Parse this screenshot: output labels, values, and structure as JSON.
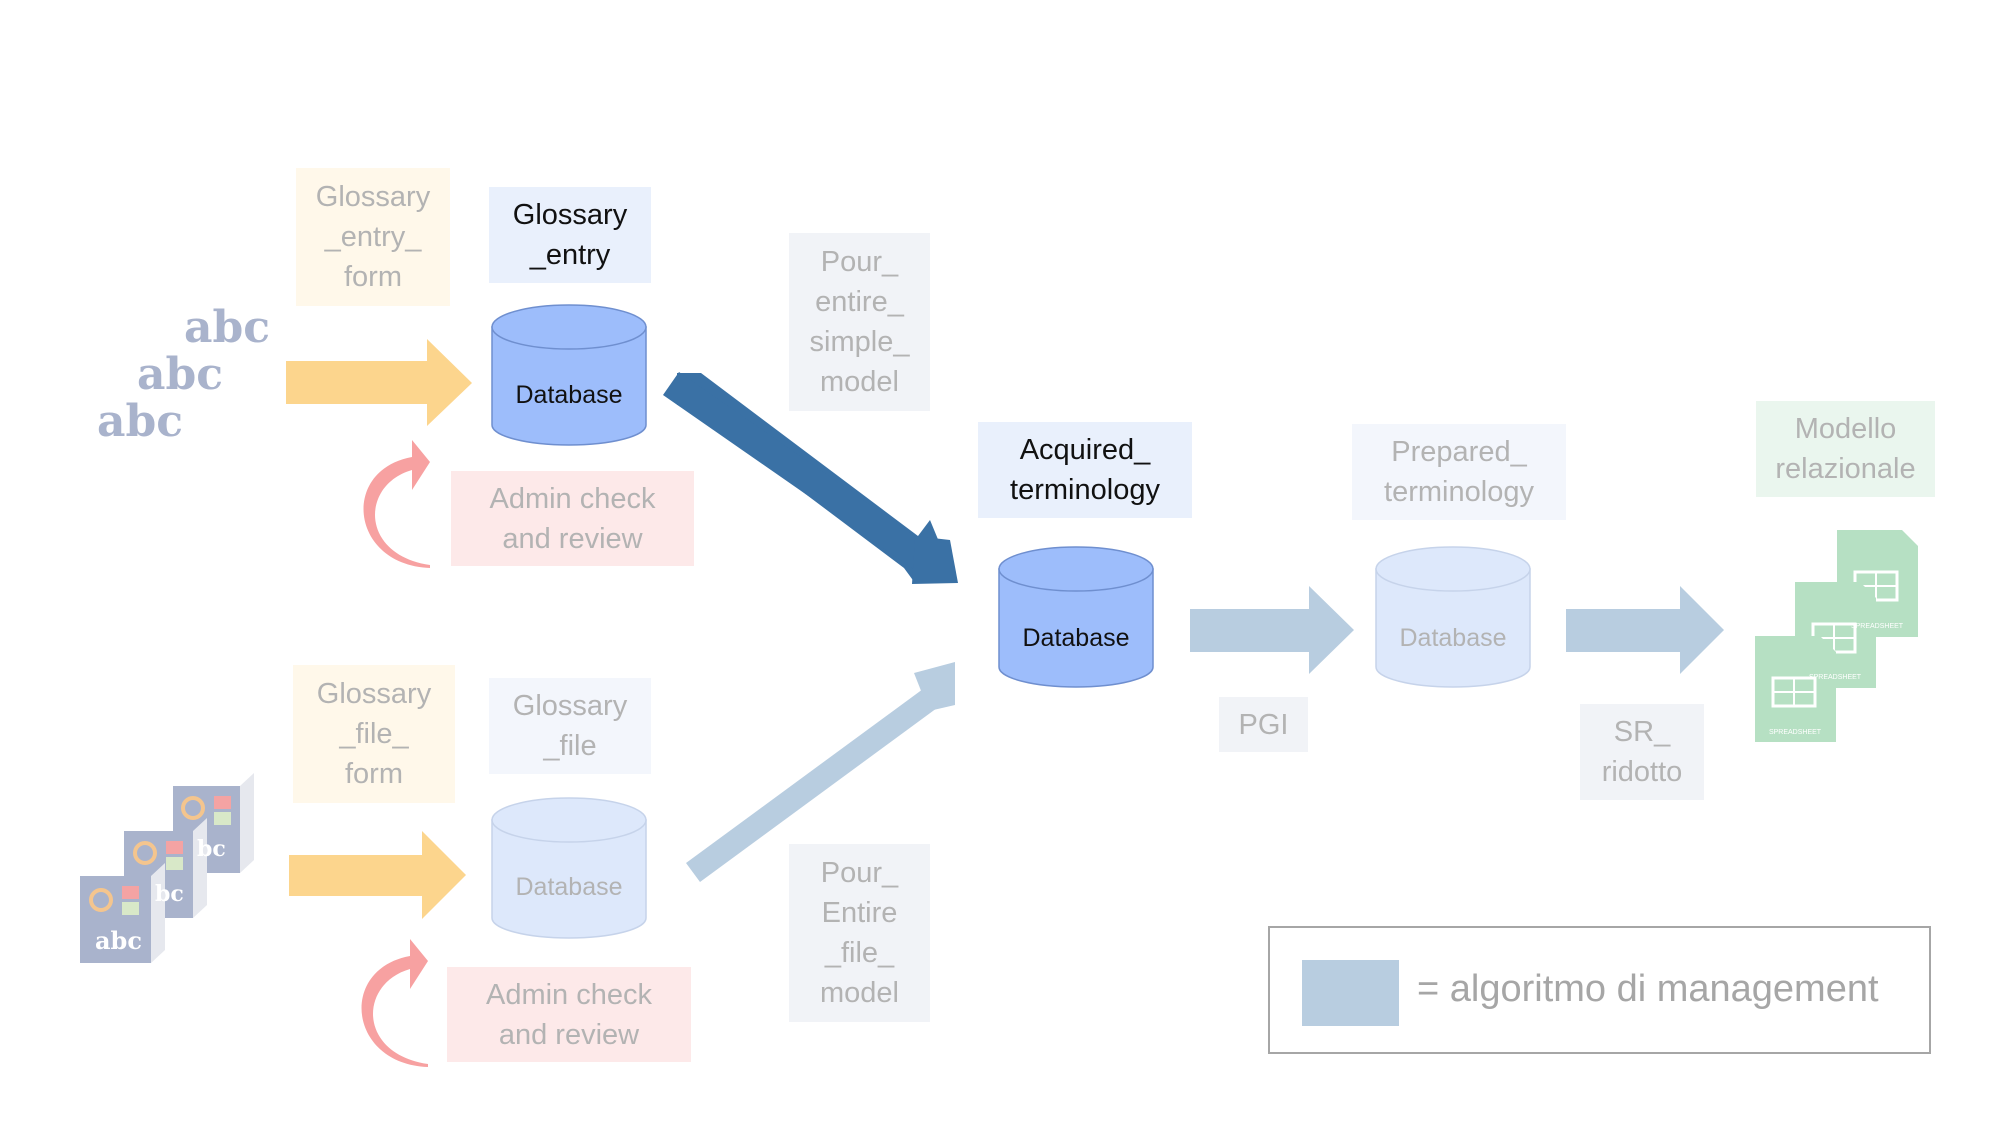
{
  "abc_text": "abc",
  "labels": {
    "glossary_entry_form": "Glossary\n_entry_\nform",
    "glossary_entry": "Glossary\n_entry",
    "glossary_file_form": "Glossary\n_file_\nform",
    "glossary_file": "Glossary\n_file",
    "admin_check_top": "Admin check\nand review",
    "admin_check_bottom": "Admin check\nand review",
    "pour_simple": "Pour_\nentire_\nsimple_\nmodel",
    "pour_file": "Pour_\nEntire\n_file_\nmodel",
    "acquired": "Acquired_\nterminology",
    "prepared": "Prepared_\nterminology",
    "pgi": "PGI",
    "sr_ridotto": "SR_\nridotto",
    "modello": "Modello\nrelazionale"
  },
  "databases": {
    "entry": "Database",
    "file": "Database",
    "acquired": "Database",
    "prepared": "Database"
  },
  "spreadsheet_caption": "SPREADSHEET",
  "legend": {
    "text": "= algoritmo di management"
  },
  "colors": {
    "db_active": "#9dbdfb",
    "db_faded": "#dde8fb",
    "arrow_orange": "#fcd58d",
    "arrow_dark_blue": "#3a71a5",
    "arrow_light_blue": "#b8cde0",
    "curl_red": "#f7a1a1",
    "label_cream": "#fff8ea",
    "label_pink": "#fde9e9",
    "label_blue": "#e9f0fc",
    "label_gray": "#f1f3f7",
    "label_green": "#eaf6ee",
    "spreadsheet_green": "#b6e0c3"
  }
}
